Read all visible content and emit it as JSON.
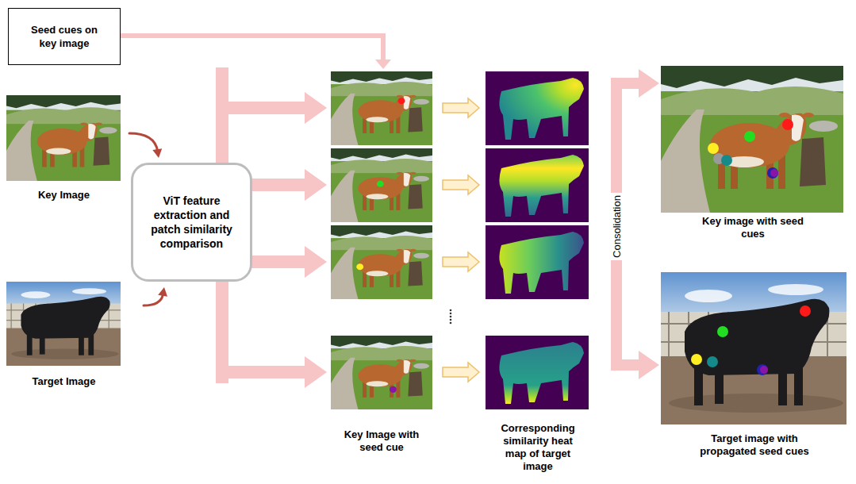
{
  "diagram": {
    "nodes": [
      {
        "text": [
          "Seed cues on key image"
        ]
      },
      {
        "text": [
          "Key Image"
        ]
      },
      {
        "text": [
          "Target Image"
        ]
      },
      {
        "text": [
          "ViT feature extraction and patch similarity comparison"
        ]
      },
      {
        "text": [
          "Key Image with seed cue"
        ]
      },
      {
        "text": [
          "Corresponding similarity heat map of target image"
        ]
      },
      {
        "text": [
          "Key image with seed cues"
        ]
      },
      {
        "text": [
          "Target image with propagated seed cues"
        ]
      }
    ],
    "edges": [
      {
        "from": 0,
        "to": 4,
        "arrow": "to"
      },
      {
        "from": 1,
        "to": 3,
        "arrow": "to"
      },
      {
        "from": 2,
        "to": 3,
        "arrow": "to"
      },
      {
        "from": 3,
        "to": 4,
        "arrow": "to"
      },
      {
        "from": 4,
        "to": 5,
        "arrow": "to"
      },
      {
        "from": 5,
        "to": 6,
        "arrow": "to"
      },
      {
        "from": 5,
        "to": 7,
        "arrow": "to"
      }
    ],
    "labels": [
      "Consolidation"
    ]
  }
}
